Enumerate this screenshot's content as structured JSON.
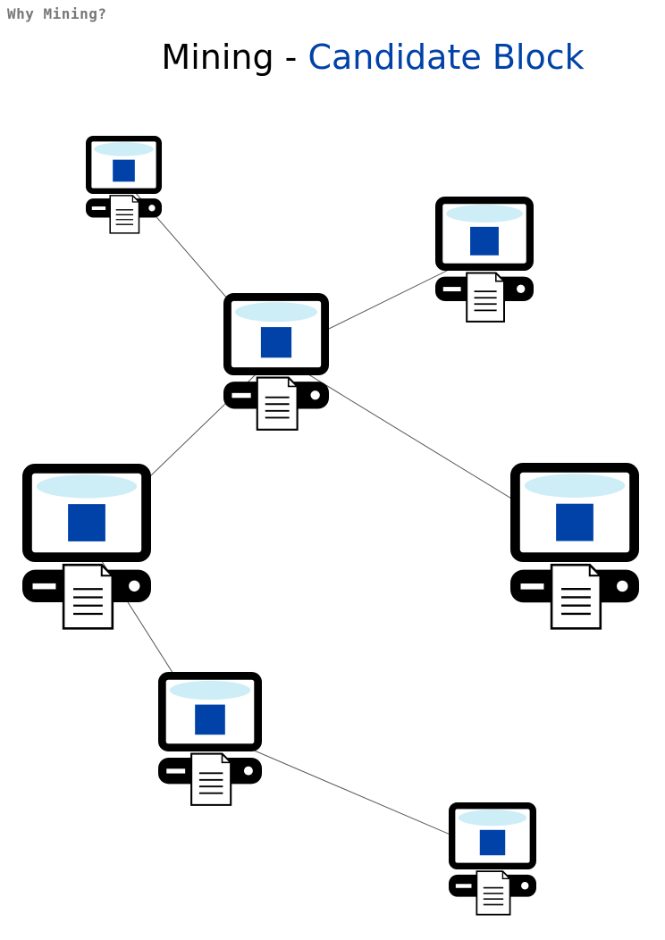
{
  "header": {
    "breadcrumb": "Why Mining?",
    "title_main": "Mining - ",
    "title_accent": "Candidate Block"
  },
  "colors": {
    "accent": "#0042a8",
    "screen_glow": "#cdeef6",
    "block": "#0042a8",
    "link": "#555555"
  },
  "network": {
    "nodes": [
      {
        "id": "node-1",
        "icon": "computer-icon",
        "carries": "document-icon"
      },
      {
        "id": "node-2",
        "icon": "computer-icon",
        "carries": "document-icon"
      },
      {
        "id": "node-3",
        "icon": "computer-icon",
        "carries": "document-icon"
      },
      {
        "id": "node-4",
        "icon": "computer-icon",
        "carries": "document-icon"
      },
      {
        "id": "node-5",
        "icon": "computer-icon",
        "carries": "document-icon"
      },
      {
        "id": "node-6",
        "icon": "computer-icon",
        "carries": "document-icon"
      },
      {
        "id": "node-7",
        "icon": "computer-icon",
        "carries": "document-icon"
      }
    ],
    "links": [
      [
        "node-1",
        "node-3"
      ],
      [
        "node-3",
        "node-2"
      ],
      [
        "node-3",
        "node-5"
      ],
      [
        "node-3",
        "node-4"
      ],
      [
        "node-4",
        "node-6"
      ],
      [
        "node-6",
        "node-7"
      ]
    ]
  }
}
